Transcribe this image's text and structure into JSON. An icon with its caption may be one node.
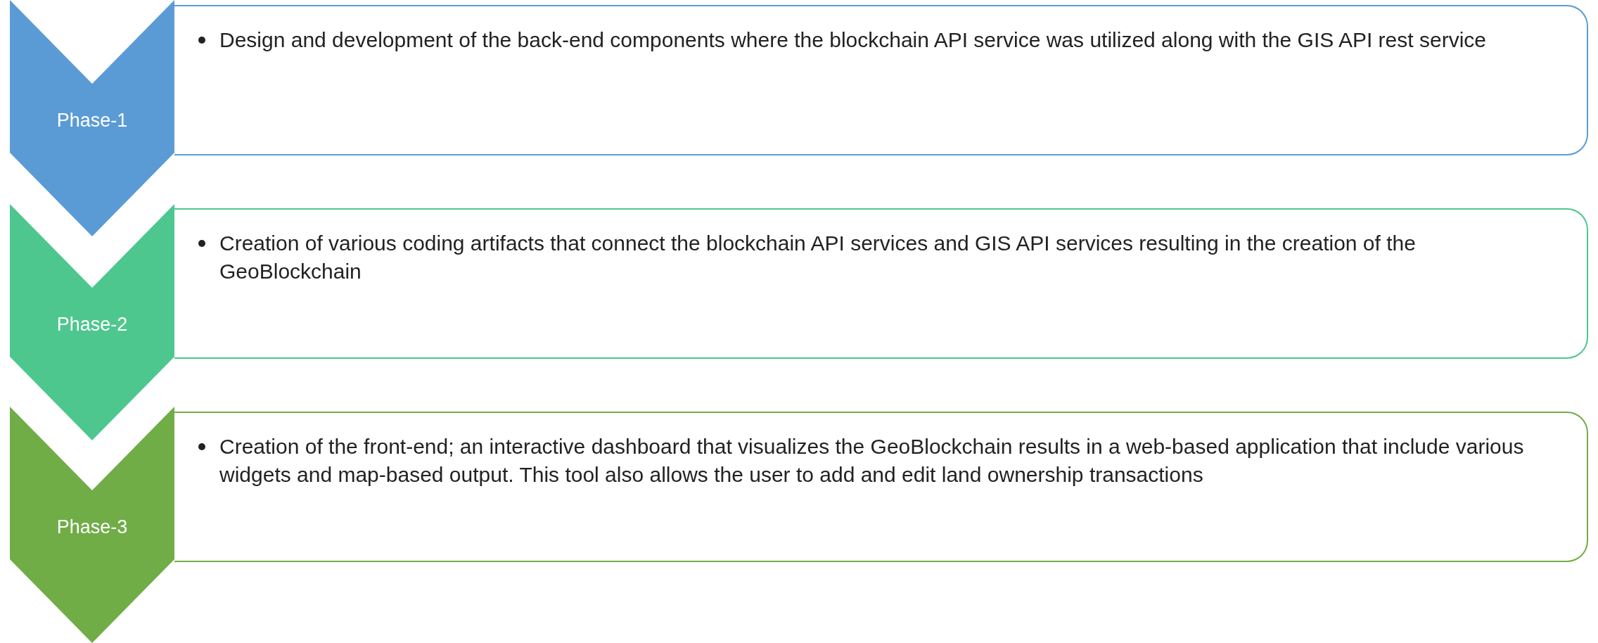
{
  "diagram": {
    "nodes": [
      {
        "text": [
          "Phase-1"
        ]
      },
      {
        "text": [
          "Design and development of the back-end components where the blockchain API service was utilized along with the GIS API rest service"
        ]
      },
      {
        "text": [
          "Phase-2"
        ]
      },
      {
        "text": [
          "Creation of various coding artifacts that connect the blockchain API services and GIS API services resulting in the creation of the GeoBlockchain"
        ]
      },
      {
        "text": [
          "Phase-3"
        ]
      },
      {
        "text": [
          "Creation of the front-end; an interactive dashboard that visualizes the GeoBlockchain results in a web-based application that include various widgets and map-based output. This tool also allows the user to add and edit land ownership transactions"
        ]
      }
    ]
  }
}
